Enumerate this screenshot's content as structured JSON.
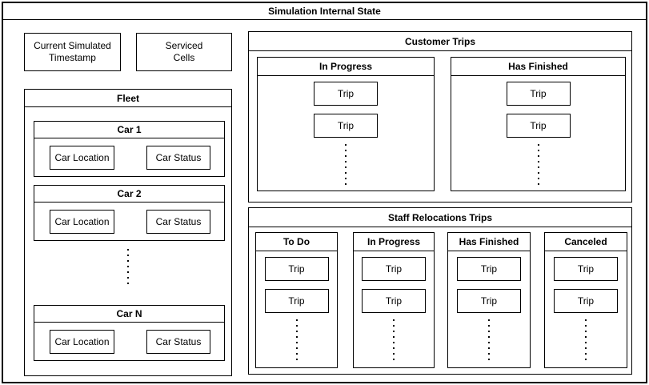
{
  "title": "Simulation Internal State",
  "colors": {
    "line": "#000000",
    "background": "#ffffff"
  },
  "boxes": {
    "current_simulated_timestamp": "Current Simulated\nTimestamp",
    "serviced_cells": "Serviced\nCells"
  },
  "fleet": {
    "title": "Fleet",
    "cars": [
      {
        "title": "Car 1",
        "location": "Car Location",
        "status": "Car Status"
      },
      {
        "title": "Car 2",
        "location": "Car Location",
        "status": "Car Status"
      },
      {
        "title": "Car N",
        "location": "Car Location",
        "status": "Car Status"
      }
    ]
  },
  "customer_trips": {
    "title": "Customer Trips",
    "columns": [
      {
        "title": "In Progress",
        "trips": [
          "Trip",
          "Trip"
        ]
      },
      {
        "title": "Has Finished",
        "trips": [
          "Trip",
          "Trip"
        ]
      }
    ]
  },
  "staff_relocation_trips": {
    "title": "Staff Relocations Trips",
    "columns": [
      {
        "title": "To Do",
        "trips": [
          "Trip",
          "Trip"
        ]
      },
      {
        "title": "In Progress",
        "trips": [
          "Trip",
          "Trip"
        ]
      },
      {
        "title": "Has Finished",
        "trips": [
          "Trip",
          "Trip"
        ]
      },
      {
        "title": "Canceled",
        "trips": [
          "Trip",
          "Trip"
        ]
      }
    ]
  }
}
